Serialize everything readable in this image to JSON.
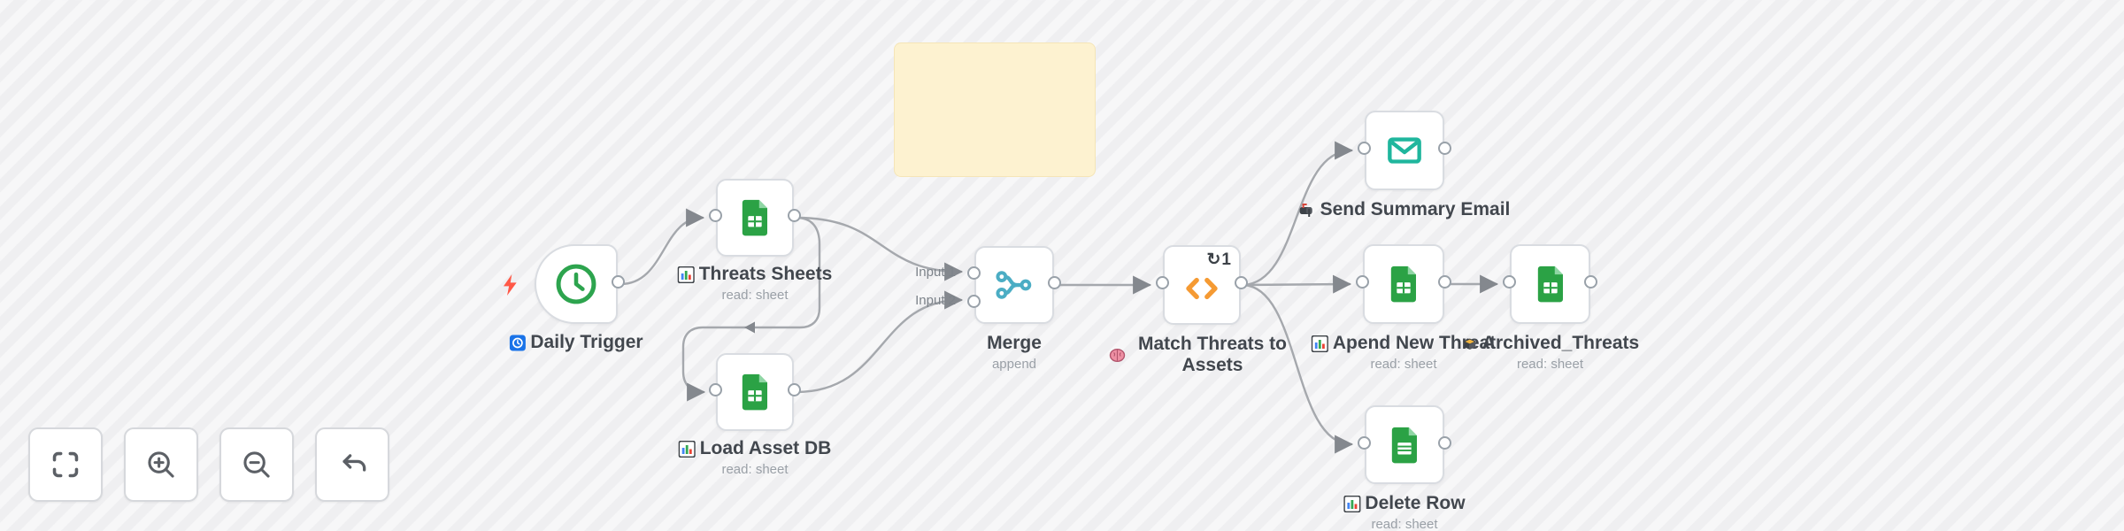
{
  "canvas": {
    "background": "#f4f4f5",
    "line_color": "#a5a8ad",
    "port_color": "#99a1a9",
    "label_color": "#42474e",
    "sublabel_color": "#9aa0a7"
  },
  "sticky_note": {
    "text": "",
    "color": "#fdf2d0"
  },
  "icons": {
    "loop": "↻"
  },
  "colors": {
    "sheets_green": "#2ba245",
    "sheets_green_light": "#8fd6a4",
    "email_teal": "#1fb69d",
    "merge_cyan": "#4badc4",
    "code_orange": "#f59a33",
    "bolt_red": "#ff5847",
    "schedule_blue": "#1a73e8"
  },
  "nodes": [
    {
      "id": "daily-trigger",
      "label": "Daily Trigger",
      "sublabel": "",
      "icon": "clock-icon",
      "mini_icon": "schedule-icon"
    },
    {
      "id": "threats-sheets",
      "label": "Threats Sheets",
      "sublabel": "read: sheet",
      "icon": "google-sheets-icon",
      "mini_icon": "sheets-chart-icon"
    },
    {
      "id": "load-asset-db",
      "label": "Load Asset DB",
      "sublabel": "read: sheet",
      "icon": "google-sheets-icon",
      "mini_icon": "sheets-chart-icon"
    },
    {
      "id": "merge",
      "label": "Merge",
      "sublabel": "append",
      "icon": "merge-icon",
      "mini_icon": "",
      "input_labels": [
        "Input 1",
        "Input 2"
      ]
    },
    {
      "id": "match-threats",
      "label": "Match Threats to Assets",
      "sublabel": "",
      "icon": "code-icon",
      "mini_icon": "brain-icon",
      "badge_count": "1"
    },
    {
      "id": "send-summary-email",
      "label": "Send Summary Email",
      "sublabel": "",
      "icon": "email-icon",
      "mini_icon": "mailbox-icon"
    },
    {
      "id": "apend-new-threat",
      "label": "Apend New Threat",
      "sublabel": "read: sheet",
      "icon": "google-sheets-icon",
      "mini_icon": "sheets-chart-icon"
    },
    {
      "id": "archived-threats",
      "label": "Archived_Threats",
      "sublabel": "read: sheet",
      "icon": "google-sheets-icon",
      "mini_icon": "archive-box-icon"
    },
    {
      "id": "delete-row",
      "label": "Delete Row",
      "sublabel": "read: sheet",
      "icon": "google-sheets-icon",
      "mini_icon": "sheets-chart-icon"
    }
  ],
  "connections": [
    {
      "from": "daily-trigger",
      "to": "threats-sheets"
    },
    {
      "from": "threats-sheets",
      "to": "merge",
      "to_input": "Input 1"
    },
    {
      "from": "threats-sheets",
      "to": "load-asset-db"
    },
    {
      "from": "load-asset-db",
      "to": "merge",
      "to_input": "Input 2"
    },
    {
      "from": "merge",
      "to": "match-threats"
    },
    {
      "from": "match-threats",
      "to": "send-summary-email"
    },
    {
      "from": "match-threats",
      "to": "apend-new-threat"
    },
    {
      "from": "match-threats",
      "to": "delete-row"
    },
    {
      "from": "apend-new-threat",
      "to": "archived-threats"
    }
  ],
  "controls": {
    "buttons": [
      {
        "name": "fit-view"
      },
      {
        "name": "zoom-in"
      },
      {
        "name": "zoom-out"
      },
      {
        "name": "undo"
      }
    ]
  }
}
